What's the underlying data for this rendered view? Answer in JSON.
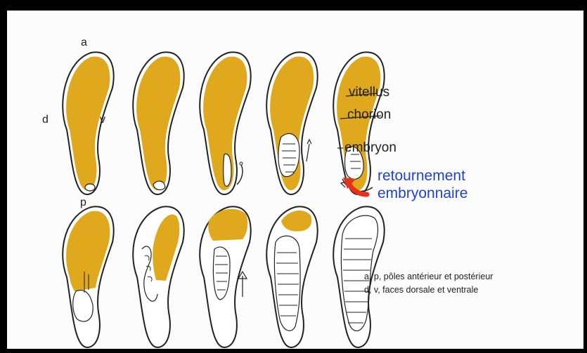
{
  "colors": {
    "yolk": "#e0a81c",
    "outline": "#222222",
    "highlight": "#1f3fd6",
    "arrow": "#e8301a",
    "frame": "#000000",
    "background": "#fbfbfb"
  },
  "poles": {
    "anterior": "a",
    "posterior": "p",
    "dorsal": "d",
    "ventral": "v"
  },
  "structure_labels": {
    "yolk": "vitellus",
    "shell": "chorion",
    "embryo": "embryon"
  },
  "highlight_label": {
    "line1": "retournement",
    "line2": "embryonnaire"
  },
  "legend": {
    "line1": "a, p, pôles antérieur et postérieur",
    "line2": "d, v, faces dorsale et ventrale"
  },
  "icons": {
    "turning_arrow": "curved-arrow-icon"
  }
}
